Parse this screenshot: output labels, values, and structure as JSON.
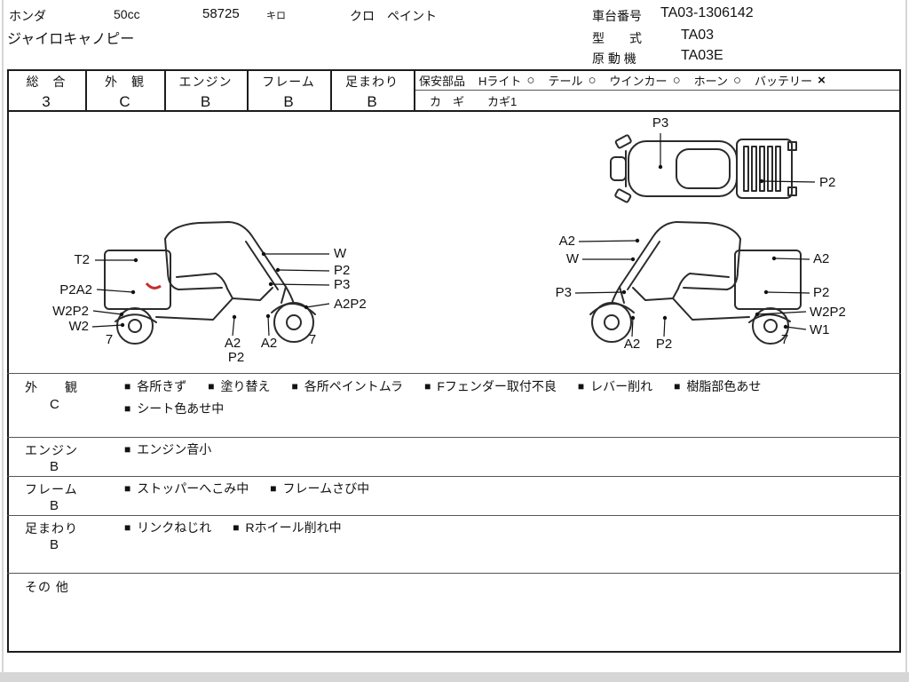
{
  "colors": {
    "ink": "#1a1a1a",
    "line": "#2b2b2b",
    "red_mark": "#c03030"
  },
  "header": {
    "maker": "ホンダ",
    "displacement": "50cc",
    "mileage": "58725",
    "mileage_unit": "キロ",
    "color": "クロ　ペイント",
    "model_name": "ジャイロキャノピー",
    "chassis_label": "車台番号",
    "chassis_value": "TA03-1306142",
    "model_code_label": "型　　式",
    "model_code_value": "TA03",
    "engine_code_label": "原 動 機",
    "engine_code_value": "TA03E"
  },
  "grades": {
    "overall_label": "総　合",
    "overall_value": "3",
    "exterior_label": "外　観",
    "exterior_value": "C",
    "engine_label": "エンジン",
    "engine_value": "B",
    "frame_label": "フレーム",
    "frame_value": "B",
    "under_label": "足まわり",
    "under_value": "B"
  },
  "safety": {
    "label": "保安部品",
    "items": [
      {
        "name": "Hライト",
        "status": "○"
      },
      {
        "name": "テール",
        "status": "○"
      },
      {
        "name": "ウインカー",
        "status": "○"
      },
      {
        "name": "ホーン",
        "status": "○"
      },
      {
        "name": "バッテリー",
        "status": "×"
      }
    ],
    "key_label": "カ　ギ",
    "key_value": "カギ1"
  },
  "diagram": {
    "left_view_labels": [
      "T2",
      "P2A2",
      "W2P2",
      "W2",
      "7",
      "W",
      "P2",
      "P3",
      "A2P2",
      "A2",
      "P2",
      "A2",
      "7"
    ],
    "right_view_labels": [
      "A2",
      "W",
      "P3",
      "A2",
      "P2",
      "W2P2",
      "W1",
      "7",
      "A2",
      "P2"
    ],
    "top_view_labels": [
      "P3",
      "P2"
    ]
  },
  "notes": {
    "rows": [
      {
        "label": "外　　観",
        "grade": "C",
        "line1": [
          "各所きず",
          "塗り替え",
          "各所ペイントムラ",
          "Fフェンダー取付不良",
          "レバー削れ",
          "樹脂部色あせ"
        ],
        "line2": [
          "シート色あせ中"
        ]
      },
      {
        "label": "エンジン",
        "grade": "B",
        "line1": [
          "エンジン音小"
        ],
        "line2": []
      },
      {
        "label": "フレーム",
        "grade": "B",
        "line1": [
          "ストッパーへこみ中",
          "フレームさび中"
        ],
        "line2": []
      },
      {
        "label": "足まわり",
        "grade": "B",
        "line1": [
          "リンクねじれ",
          "Rホイール削れ中"
        ],
        "line2": []
      },
      {
        "label": "その 他",
        "grade": "",
        "line1": [],
        "line2": []
      }
    ]
  }
}
